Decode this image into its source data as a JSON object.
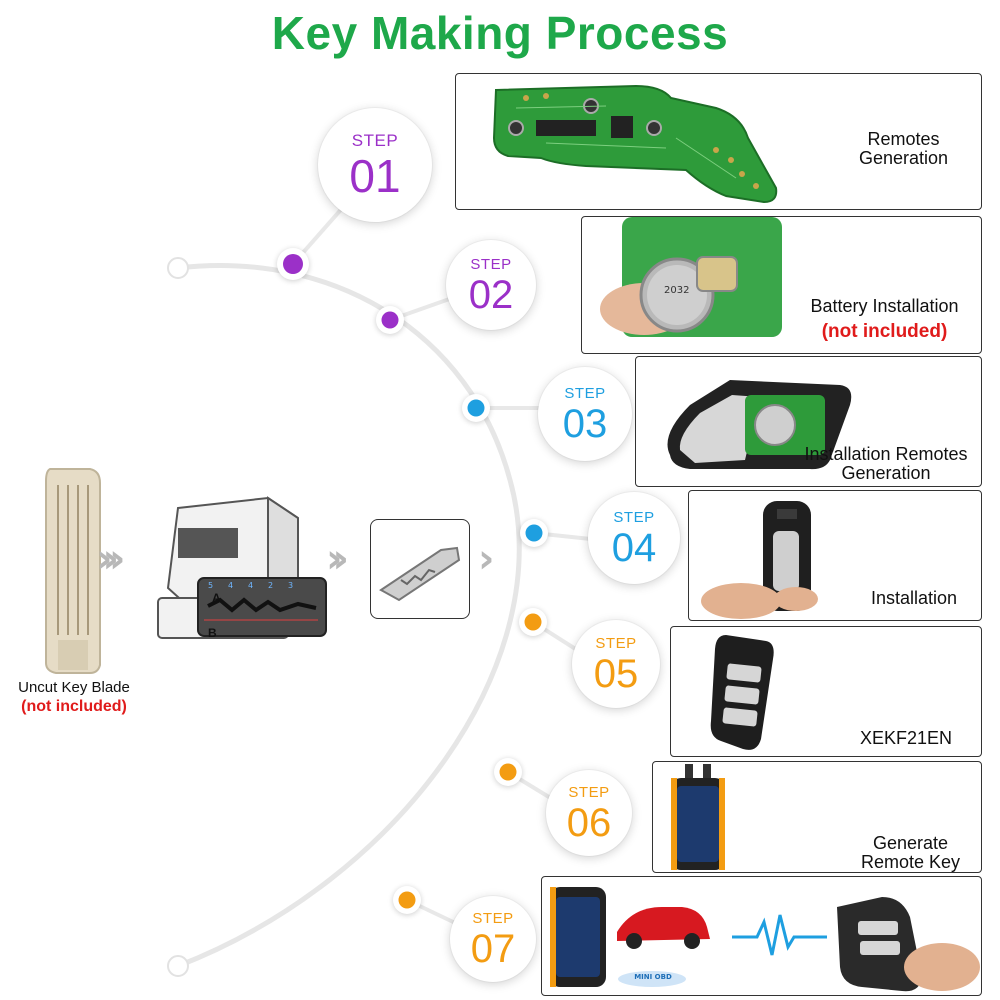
{
  "title": "Key Making Process",
  "colors": {
    "title": "#1ea84a",
    "purple": "#9b30c8",
    "blue": "#1e9fe0",
    "orange": "#f39c12",
    "red": "#e01b1b"
  },
  "intro": {
    "blade_label": "Uncut Key  Blade",
    "blade_note": "(not included)",
    "machine_labels": {
      "a": "A",
      "b": "B"
    }
  },
  "steps": [
    {
      "label": "STEP",
      "number": "01",
      "caption": [
        "Remotes",
        "Generation"
      ],
      "note": "",
      "color": "purple",
      "image": "pcb-board-icon"
    },
    {
      "label": "STEP",
      "number": "02",
      "caption": [
        "Battery Installation"
      ],
      "note": "(not included)",
      "color": "purple",
      "image": "coin-battery-icon"
    },
    {
      "label": "STEP",
      "number": "03",
      "caption": [
        "Installation Remotes",
        "Generation"
      ],
      "note": "",
      "color": "blue",
      "image": "remote-shell-icon"
    },
    {
      "label": "STEP",
      "number": "04",
      "caption": [
        "Installation"
      ],
      "note": "",
      "color": "blue",
      "image": "hand-remote-icon"
    },
    {
      "label": "STEP",
      "number": "05",
      "caption": [
        "XEKF21EN"
      ],
      "note": "",
      "color": "orange",
      "image": "flip-key-icon"
    },
    {
      "label": "STEP",
      "number": "06",
      "caption": [
        "Generate",
        "Remote Key"
      ],
      "note": "",
      "color": "orange",
      "image": "key-tool-icon"
    },
    {
      "label": "STEP",
      "number": "07",
      "caption": [],
      "note": "",
      "color": "orange",
      "image": "pairing-scene-icon"
    }
  ],
  "pairing_logo": "MINI OBD"
}
